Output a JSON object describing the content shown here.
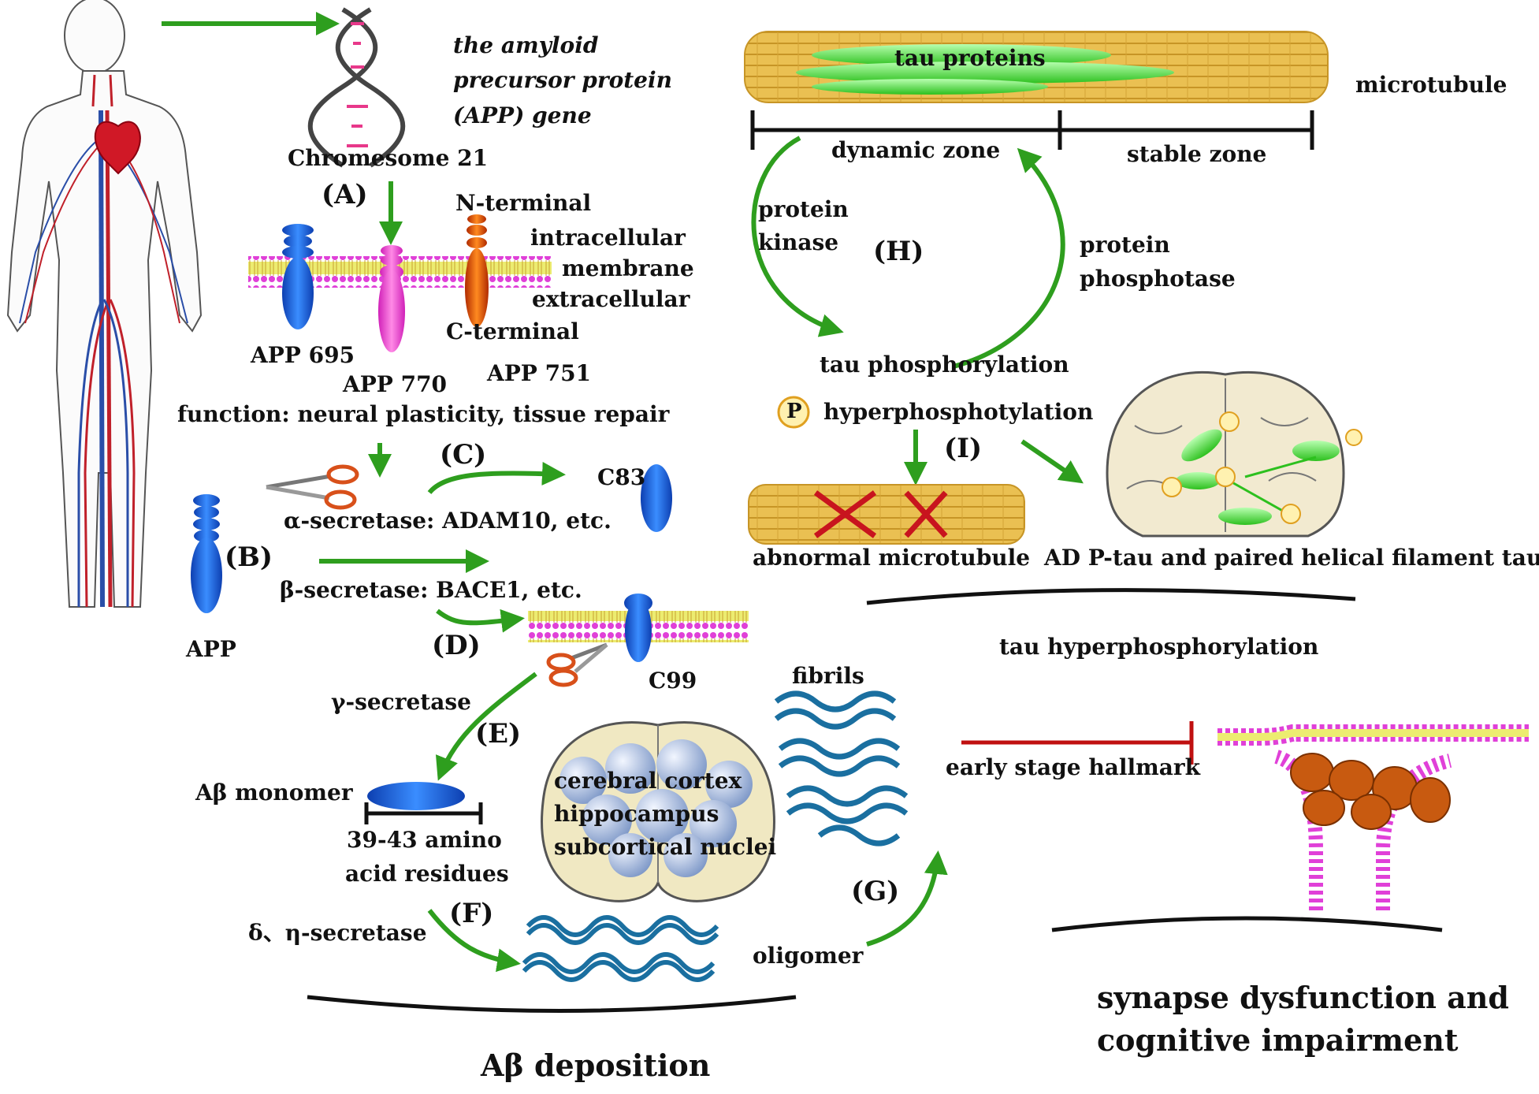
{
  "colors": {
    "arrow_green": "#2e9e1e",
    "inhibit_red": "#c01010",
    "membrane_pink": "#e040d8",
    "membrane_yellow": "#ecec70",
    "microtubule_gold": "#e8c050",
    "fibril_blue": "#1a6fa0",
    "app_blue": "#1f66e0",
    "app_pink": "#ff5ad8",
    "app_orange": "#e0560f"
  },
  "gene": {
    "line1": "the amyloid",
    "line2": "precursor protein",
    "line3": "(APP) gene",
    "chromosome": "Chromesome 21"
  },
  "steps": {
    "A": "(A)",
    "B": "(B)",
    "C": "(C)",
    "D": "(D)",
    "E": "(E)",
    "F": "(F)",
    "G": "(G)",
    "H": "(H)",
    "I": "(I)"
  },
  "membrane": {
    "n_terminal": "N-terminal",
    "intracellular": "intracellular",
    "membrane": "membrane",
    "extracellular": "extracellular",
    "c_terminal": "C-terminal"
  },
  "isoforms": {
    "app695": "APP 695",
    "app770": "APP 770",
    "app751": "APP 751",
    "function": "function: neural plasticity, tissue repair"
  },
  "processing": {
    "alpha": "α-secretase: ADAM10, etc.",
    "c83": "C83",
    "beta": "β-secretase: BACE1, etc.",
    "app": "APP",
    "c99": "C99",
    "gamma": "γ-secretase",
    "monomer": "Aβ monomer",
    "residues1": "39-43 amino",
    "residues2": "acid residues",
    "delta": "δ、η-secretase",
    "oligomer": "oligomer",
    "fibrils": "fibrils",
    "deposition": "Aβ deposition"
  },
  "brain_regions": {
    "cortex": "cerebral cortex",
    "hippocampus": "hippocampus",
    "subcortical": "subcortical nuclei"
  },
  "tau": {
    "tau_proteins": "tau proteins",
    "microtubule": "microtubule",
    "dynamic": "dynamic zone",
    "stable": "stable zone",
    "kinase1": "protein",
    "kinase2": "kinase",
    "phosphatase1": "protein",
    "phosphatase2": "phosphotase",
    "phosphorylation": "tau phosphorylation",
    "p_symbol": "P",
    "hyper": "hyperphosphotylation",
    "abnormal": "abnormal microtubule",
    "ad_ptau": "AD P-tau and paired helical filament tau",
    "summary": "tau hyperphosphorylation"
  },
  "synapse": {
    "early": "early stage hallmark",
    "result1": "synapse dysfunction and",
    "result2": "cognitive impairment"
  }
}
